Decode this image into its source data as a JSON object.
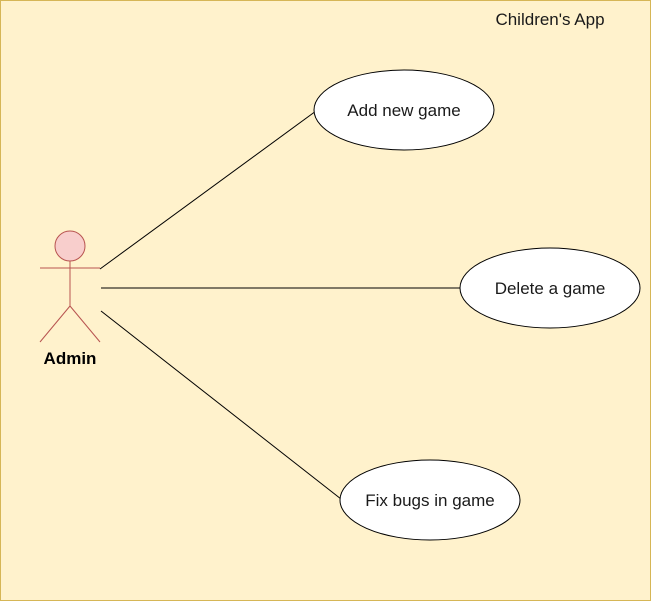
{
  "colors": {
    "system_fill": "#fff2cc",
    "system_stroke": "#d6b656",
    "actor_fill": "#f8cecc",
    "actor_stroke": "#b85450",
    "usecase_fill": "#ffffff",
    "usecase_stroke": "#000000",
    "line_stroke": "#000000"
  },
  "system": {
    "title": "Children's App"
  },
  "actor": {
    "name": "Admin",
    "icon": "stick-figure-actor-icon"
  },
  "use_cases": [
    {
      "label": "Add new game"
    },
    {
      "label": "Delete a game"
    },
    {
      "label": "Fix bugs in game"
    }
  ]
}
